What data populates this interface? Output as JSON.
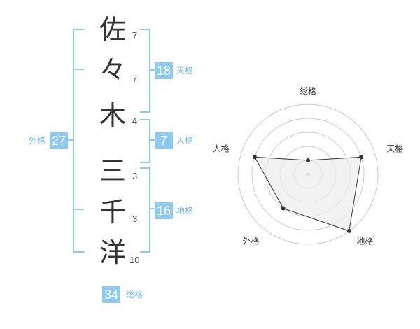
{
  "name_chars": [
    {
      "char": "佐",
      "strokes": "7"
    },
    {
      "char": "々",
      "strokes": "7"
    },
    {
      "char": "木",
      "strokes": "4"
    },
    {
      "char": "三",
      "strokes": "3"
    },
    {
      "char": "千",
      "strokes": "3"
    },
    {
      "char": "洋",
      "strokes": "10"
    }
  ],
  "fortunes": {
    "tenkaku": {
      "value": "18",
      "label": "天格"
    },
    "jinkaku": {
      "value": "7",
      "label": "人格"
    },
    "chikaku": {
      "value": "16",
      "label": "地格"
    },
    "gaikaku": {
      "value": "27",
      "label": "外格"
    },
    "soukaku": {
      "value": "34",
      "label": "総格"
    }
  },
  "colors": {
    "accent": "#8ec9f2",
    "accent_text": "#79b9e6",
    "radar_fill": "#eeeeee"
  },
  "chart_data": {
    "type": "radar",
    "axes": [
      "総格",
      "天格",
      "地格",
      "外格",
      "人格"
    ],
    "values": [
      1,
      4,
      5,
      3,
      4
    ],
    "max": 5,
    "rings": 5
  }
}
